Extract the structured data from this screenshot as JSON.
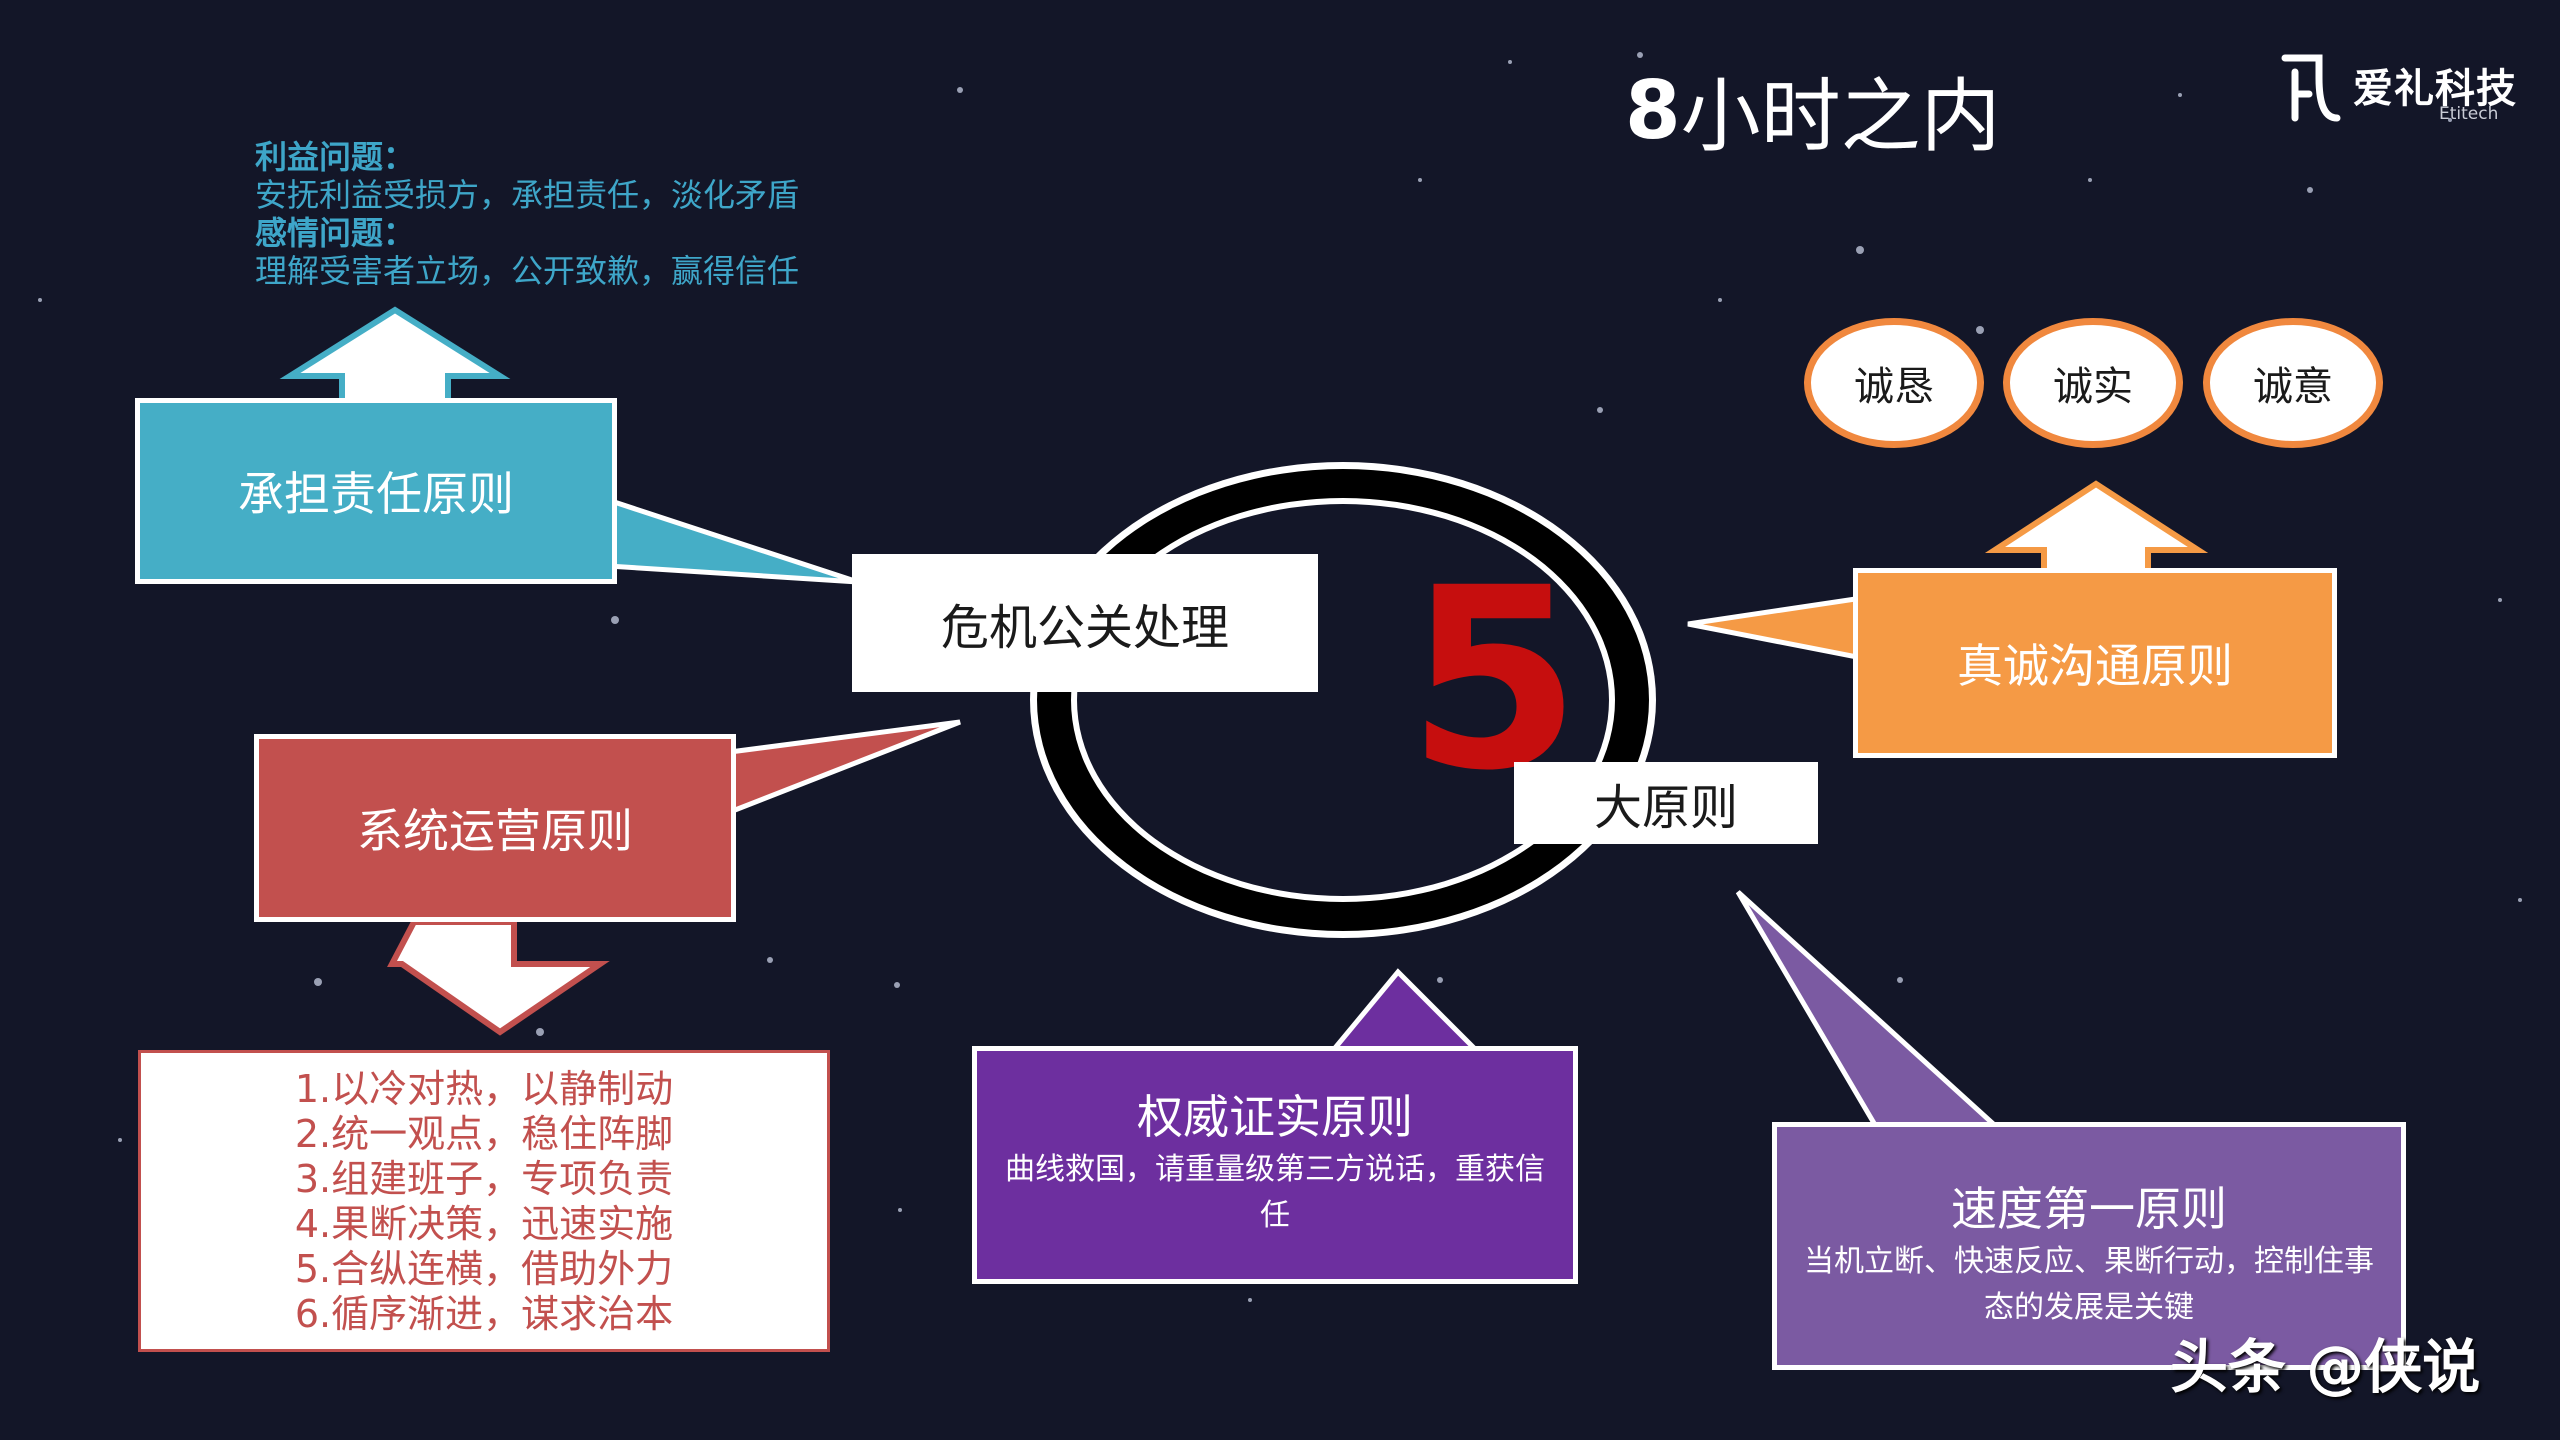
{
  "title": {
    "number": "8",
    "text": "小时之内"
  },
  "logo": {
    "name": "爱礼科技",
    "sub": "Etitech"
  },
  "top_left_notes": {
    "heading_1": "利益问题：",
    "text_1": "安抚利益受损方，承担责任，淡化矛盾",
    "heading_2": "感情问题：",
    "text_2": "理解受害者立场，公开致歉，赢得信任"
  },
  "center": {
    "crisis_label": "危机公关处理",
    "number": "5",
    "principle_label": "大原则"
  },
  "principles": {
    "responsibility": {
      "label": "承担责任原则",
      "color": "#45aec6"
    },
    "system": {
      "label": "系统运营原则",
      "color": "#c2504e"
    },
    "sincere": {
      "label": "真诚沟通原则",
      "color": "#f59a45"
    },
    "authority": {
      "label": "权威证实原则",
      "description": "曲线救国，请重量级第三方说话，重获信任",
      "color": "#6d2f9f"
    },
    "speed": {
      "label": "速度第一原则",
      "description": "当机立断、快速反应、果断行动，控制住事态的发展是关键",
      "color": "#7b5aa2"
    }
  },
  "sincere_pills": [
    "诚恳",
    "诚实",
    "诚意"
  ],
  "system_list": [
    "1.以冷对热，以静制动",
    "2.统一观点，稳住阵脚",
    "3.组建班子，专项负责",
    "4.果断决策，迅速实施",
    "5.合纵连横，借助外力",
    "6.循序渐进，谋求治本"
  ],
  "watermark": "头条 @侠说",
  "colors": {
    "background": "#131628",
    "five": "#c60e0e",
    "pill_border": "#f0883e"
  }
}
